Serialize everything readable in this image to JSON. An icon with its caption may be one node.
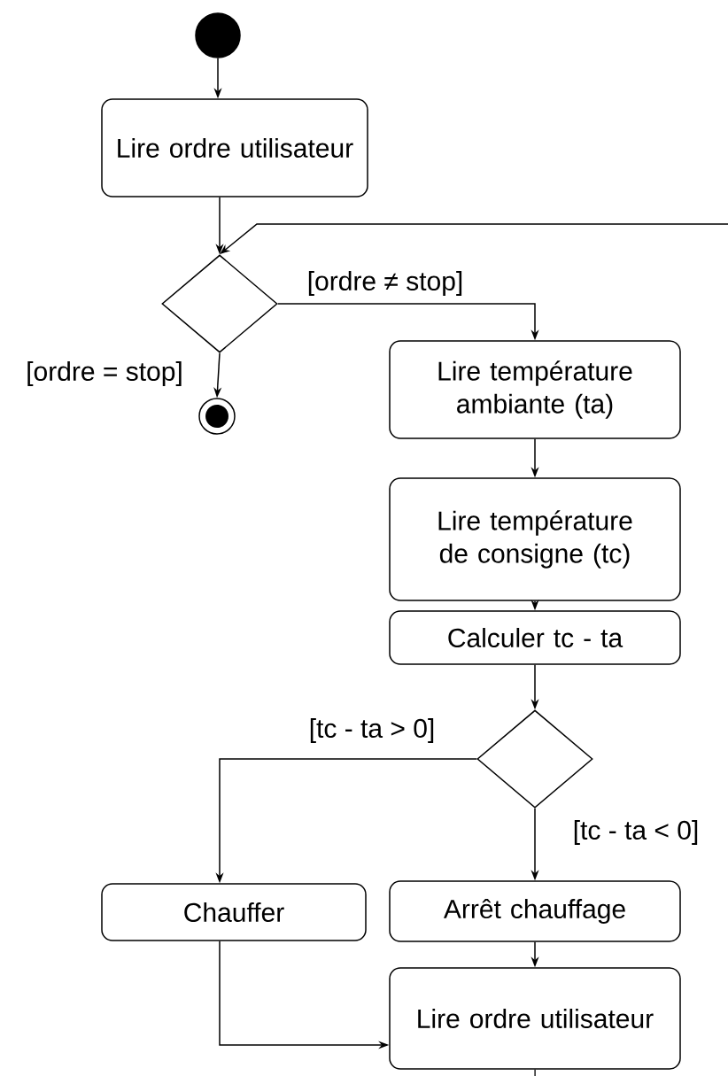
{
  "diagram": {
    "nodes": [
      {
        "text": [],
        "shape": "circle"
      },
      {
        "text": [
          "Lire ordre utilisateur"
        ]
      },
      {
        "text": [],
        "shape": "diamond"
      },
      {
        "text": [],
        "shape": "circle"
      },
      {
        "text": [
          "Lire température ambiante (ta)"
        ]
      },
      {
        "text": [
          "Lire température de consigne (tc)"
        ]
      },
      {
        "text": [
          "Calculer tc - ta"
        ]
      },
      {
        "text": [],
        "shape": "diamond"
      },
      {
        "text": [
          "Chauffer"
        ]
      },
      {
        "text": [
          "Arrêt chauffage"
        ]
      },
      {
        "text": [
          "Lire ordre utilisateur"
        ]
      }
    ],
    "edges": [
      {
        "from": 0,
        "to": 1,
        "arrow": "to"
      },
      {
        "from": 1,
        "to": 2,
        "arrow": "to"
      },
      {
        "from": 2,
        "to": 3,
        "arrow": "to",
        "label": "[ordre = stop]"
      },
      {
        "from": 2,
        "to": 4,
        "arrow": "to",
        "label": "[ordre ≠ stop]"
      },
      {
        "from": 4,
        "to": 5,
        "arrow": "to"
      },
      {
        "from": 5,
        "to": 6,
        "arrow": "to"
      },
      {
        "from": 6,
        "to": 7,
        "arrow": "to"
      },
      {
        "from": 7,
        "to": 8,
        "arrow": "to",
        "label": "[tc - ta > 0]"
      },
      {
        "from": 7,
        "to": 9,
        "arrow": "to",
        "label": "[tc - ta < 0]"
      },
      {
        "from": 9,
        "to": 10,
        "arrow": "to"
      },
      {
        "from": 8,
        "to": 10,
        "arrow": "to"
      },
      {
        "from": 10,
        "to": null,
        "arrow": "none"
      },
      {
        "from": null,
        "to": 2,
        "arrow": "to"
      }
    ]
  }
}
